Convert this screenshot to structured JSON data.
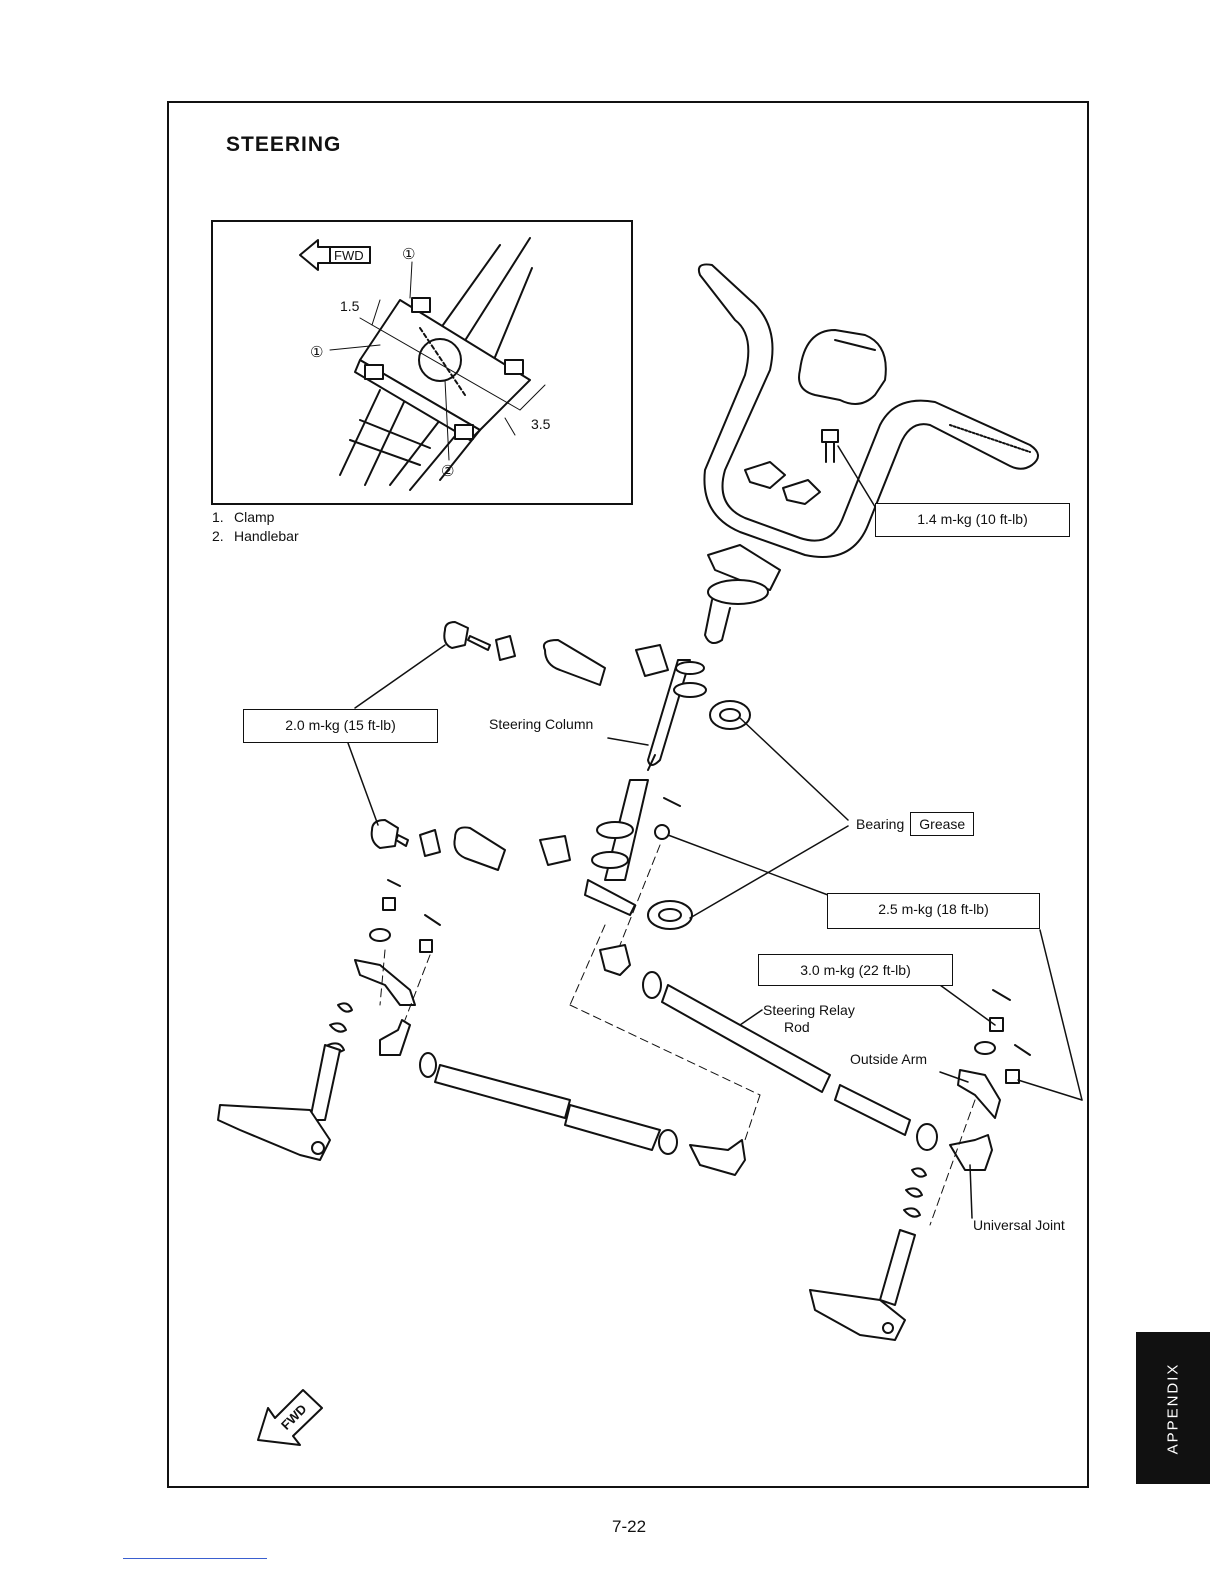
{
  "title": "STEERING",
  "inset": {
    "fwd_label": "FWD",
    "callout_1": "①",
    "callout_2": "②",
    "dim_top": "1.5",
    "dim_right": "3.5"
  },
  "legend": [
    {
      "num": "1.",
      "text": "Clamp"
    },
    {
      "num": "2.",
      "text": "Handlebar"
    }
  ],
  "torque_specs": {
    "handlebar_clamp": "1.4 m-kg (10 ft-lb)",
    "column_holder": "2.0 m-kg (15 ft-lb)",
    "column_nut": "2.5 m-kg (18 ft-lb)",
    "relay_rod": "3.0 m-kg (22 ft-lb)"
  },
  "labels": {
    "steering_column": "Steering Column",
    "bearing": "Bearing",
    "grease": "Grease",
    "relay_rod_line1": "Steering Relay",
    "relay_rod_line2": "Rod",
    "outside_arm": "Outside Arm",
    "universal_joint": "Universal Joint"
  },
  "fwd_arrow_label": "FWD",
  "page_number": "7-22",
  "side_tab": "APPENDIX"
}
